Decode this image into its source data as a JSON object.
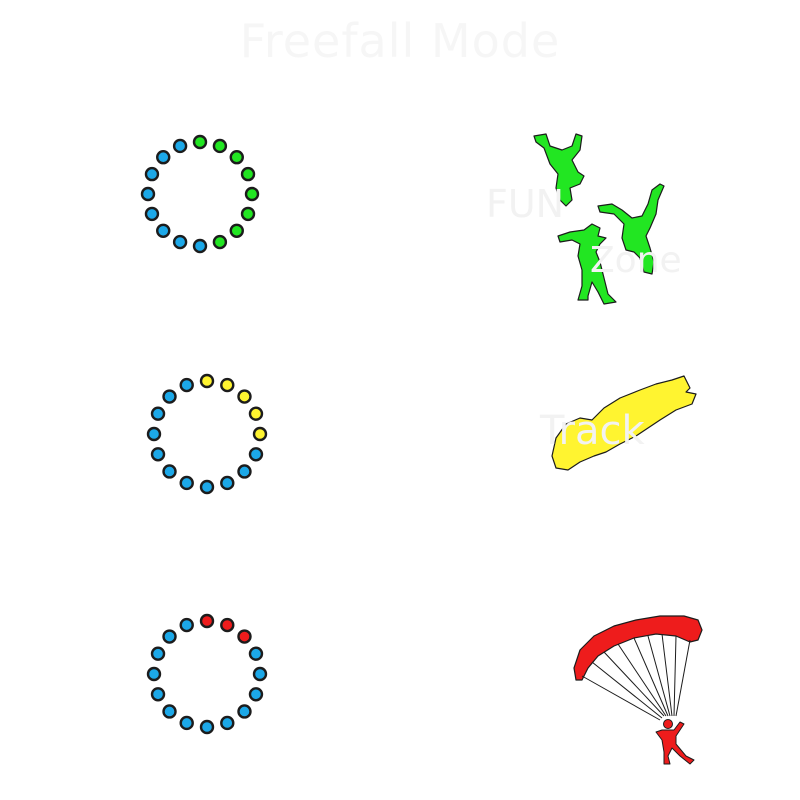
{
  "title": "Freefall Mode",
  "colors": {
    "dot_base": "#1ca8e8",
    "dot_outline": "#1c1c1c",
    "fun_zone": "#22e622",
    "track": "#fff430",
    "parachute": "#ee1c1c"
  },
  "modes": [
    {
      "id": "fun-zone",
      "label_line1": "FUN",
      "label_line2": "Zone",
      "icon": "formation-skydivers-icon",
      "accent": "#22e622",
      "dots_total": 16,
      "dots_lit": 8
    },
    {
      "id": "track",
      "label": "Track",
      "icon": "tracking-skydiver-icon",
      "accent": "#fff430",
      "dots_total": 16,
      "dots_lit": 5
    },
    {
      "id": "parachute",
      "label": "",
      "icon": "parachute-icon",
      "accent": "#ee1c1c",
      "dots_total": 16,
      "dots_lit": 3
    }
  ]
}
